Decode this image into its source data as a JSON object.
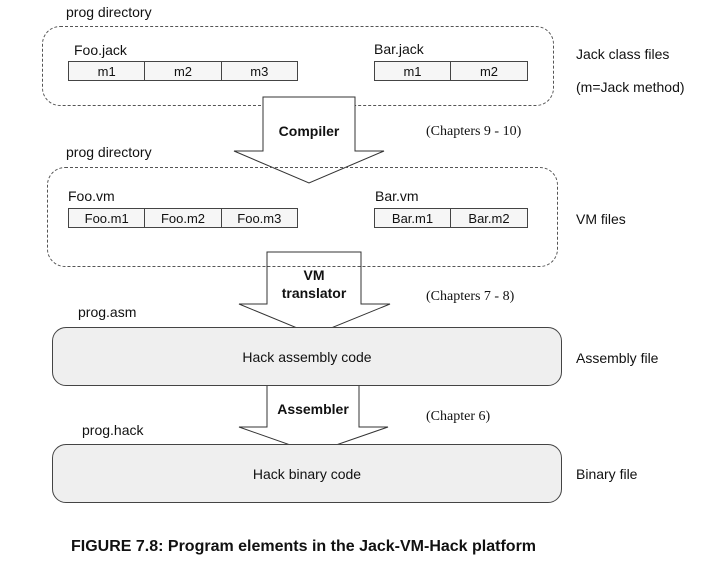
{
  "top": {
    "dir_label": "prog directory",
    "foo": {
      "name": "Foo.jack",
      "methods": [
        "m1",
        "m2",
        "m3"
      ]
    },
    "bar": {
      "name": "Bar.jack",
      "methods": [
        "m1",
        "m2"
      ]
    },
    "side_label": "Jack class files",
    "side_note": "(m=Jack method)"
  },
  "compiler": {
    "label": "Compiler",
    "chapters": "(Chapters 9 - 10)"
  },
  "vm": {
    "dir_label": "prog directory",
    "foo": {
      "name": "Foo.vm",
      "methods": [
        "Foo.m1",
        "Foo.m2",
        "Foo.m3"
      ]
    },
    "bar": {
      "name": "Bar.vm",
      "methods": [
        "Bar.m1",
        "Bar.m2"
      ]
    },
    "side_label": "VM files"
  },
  "translator": {
    "label_line1": "VM",
    "label_line2": "translator",
    "chapters": "(Chapters 7 - 8)"
  },
  "asm": {
    "file_label": "prog.asm",
    "box_text": "Hack assembly code",
    "side_label": "Assembly file"
  },
  "assembler": {
    "label": "Assembler",
    "chapters": "(Chapter 6)"
  },
  "hack": {
    "file_label": "prog.hack",
    "box_text": "Hack binary code",
    "side_label": "Binary file"
  },
  "caption": "FIGURE 7.8: Program elements in the Jack-VM-Hack platform"
}
